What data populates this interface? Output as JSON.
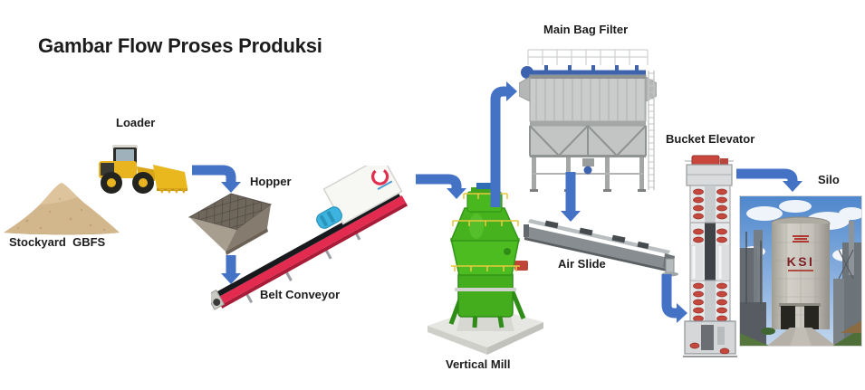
{
  "title": "Gambar Flow Proses Produksi",
  "labels": {
    "stockyard": "Stockyard  GBFS",
    "loader": "Loader",
    "hopper": "Hopper",
    "belt_conveyor": "Belt Conveyor",
    "vertical_mill": "Vertical Mill",
    "main_bag_filter": "Main Bag Filter",
    "air_slide": "Air Slide",
    "bucket_elevator": "Bucket Elevator",
    "silo": "Silo"
  },
  "silo_photo": {
    "signage_text": "KSI"
  },
  "flow_sequence": [
    "Stockyard GBFS",
    "Loader",
    "Hopper",
    "Belt Conveyor",
    "Vertical Mill",
    "Main Bag Filter",
    "Air Slide",
    "Bucket Elevator",
    "Silo"
  ],
  "colors": {
    "arrow": "#4472C4",
    "title_text": "#1c1c1c",
    "label_text": "#1c1c1c",
    "background": "#ffffff"
  }
}
